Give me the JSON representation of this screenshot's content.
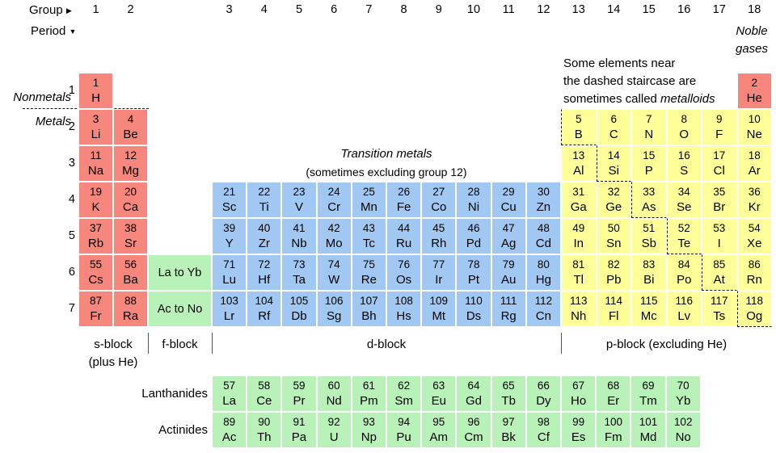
{
  "title": "Periodic table blocks diagram",
  "colors": {
    "s_block": "#f7867d",
    "d_block": "#a0c8f3",
    "p_block": "#feff99",
    "f_block": "#b8f2b8"
  },
  "header": {
    "group_label": "Group",
    "group_arrow": "▶",
    "period_label": "Period",
    "period_arrow": "▼",
    "group_numbers": [
      1,
      2,
      3,
      4,
      5,
      6,
      7,
      8,
      9,
      10,
      11,
      12,
      13,
      14,
      15,
      16,
      17,
      18
    ],
    "period_numbers": [
      1,
      2,
      3,
      4,
      5,
      6,
      7
    ]
  },
  "annotations": {
    "noble_gases": [
      "Noble",
      "gases"
    ],
    "nonmetals": "Nonmetals",
    "metals": "Metals",
    "transition_metals": "Transition metals",
    "transition_metals_sub": "(sometimes excluding group 12)",
    "metalloid_note_line1": "Some elements near",
    "metalloid_note_line2": "the dashed staircase are",
    "metalloid_note_line3_prefix": "sometimes called ",
    "metalloid_note_line3_italic": "metalloids"
  },
  "block_labels": {
    "s": "s-block",
    "s_sub": "(plus He)",
    "f": "f-block",
    "d": "d-block",
    "p": "p-block (excluding He)"
  },
  "series_labels": {
    "lanthanides": "Lanthanides",
    "actinides": "Actinides"
  },
  "placeholders": [
    {
      "label": "La to Yb",
      "period": 6
    },
    {
      "label": "Ac to No",
      "period": 7
    }
  ],
  "element_format": [
    "atomic_number",
    "symbol",
    "group",
    "period"
  ],
  "elements": [
    [
      1,
      "H",
      1,
      1
    ],
    [
      2,
      "He",
      18,
      1
    ],
    [
      3,
      "Li",
      1,
      2
    ],
    [
      4,
      "Be",
      2,
      2
    ],
    [
      5,
      "B",
      13,
      2
    ],
    [
      6,
      "C",
      14,
      2
    ],
    [
      7,
      "N",
      15,
      2
    ],
    [
      8,
      "O",
      16,
      2
    ],
    [
      9,
      "F",
      17,
      2
    ],
    [
      10,
      "Ne",
      18,
      2
    ],
    [
      11,
      "Na",
      1,
      3
    ],
    [
      12,
      "Mg",
      2,
      3
    ],
    [
      13,
      "Al",
      13,
      3
    ],
    [
      14,
      "Si",
      14,
      3
    ],
    [
      15,
      "P",
      15,
      3
    ],
    [
      16,
      "S",
      16,
      3
    ],
    [
      17,
      "Cl",
      17,
      3
    ],
    [
      18,
      "Ar",
      18,
      3
    ],
    [
      19,
      "K",
      1,
      4
    ],
    [
      20,
      "Ca",
      2,
      4
    ],
    [
      21,
      "Sc",
      3,
      4
    ],
    [
      22,
      "Ti",
      4,
      4
    ],
    [
      23,
      "V",
      5,
      4
    ],
    [
      24,
      "Cr",
      6,
      4
    ],
    [
      25,
      "Mn",
      7,
      4
    ],
    [
      26,
      "Fe",
      8,
      4
    ],
    [
      27,
      "Co",
      9,
      4
    ],
    [
      28,
      "Ni",
      10,
      4
    ],
    [
      29,
      "Cu",
      11,
      4
    ],
    [
      30,
      "Zn",
      12,
      4
    ],
    [
      31,
      "Ga",
      13,
      4
    ],
    [
      32,
      "Ge",
      14,
      4
    ],
    [
      33,
      "As",
      15,
      4
    ],
    [
      34,
      "Se",
      16,
      4
    ],
    [
      35,
      "Br",
      17,
      4
    ],
    [
      36,
      "Kr",
      18,
      4
    ],
    [
      37,
      "Rb",
      1,
      5
    ],
    [
      38,
      "Sr",
      2,
      5
    ],
    [
      39,
      "Y",
      3,
      5
    ],
    [
      40,
      "Zr",
      4,
      5
    ],
    [
      41,
      "Nb",
      5,
      5
    ],
    [
      42,
      "Mo",
      6,
      5
    ],
    [
      43,
      "Tc",
      7,
      5
    ],
    [
      44,
      "Ru",
      8,
      5
    ],
    [
      45,
      "Rh",
      9,
      5
    ],
    [
      46,
      "Pd",
      10,
      5
    ],
    [
      47,
      "Ag",
      11,
      5
    ],
    [
      48,
      "Cd",
      12,
      5
    ],
    [
      49,
      "In",
      13,
      5
    ],
    [
      50,
      "Sn",
      14,
      5
    ],
    [
      51,
      "Sb",
      15,
      5
    ],
    [
      52,
      "Te",
      16,
      5
    ],
    [
      53,
      "I",
      17,
      5
    ],
    [
      54,
      "Xe",
      18,
      5
    ],
    [
      55,
      "Cs",
      1,
      6
    ],
    [
      56,
      "Ba",
      2,
      6
    ],
    [
      71,
      "Lu",
      3,
      6
    ],
    [
      72,
      "Hf",
      4,
      6
    ],
    [
      73,
      "Ta",
      5,
      6
    ],
    [
      74,
      "W",
      6,
      6
    ],
    [
      75,
      "Re",
      7,
      6
    ],
    [
      76,
      "Os",
      8,
      6
    ],
    [
      77,
      "Ir",
      9,
      6
    ],
    [
      78,
      "Pt",
      10,
      6
    ],
    [
      79,
      "Au",
      11,
      6
    ],
    [
      80,
      "Hg",
      12,
      6
    ],
    [
      81,
      "Tl",
      13,
      6
    ],
    [
      82,
      "Pb",
      14,
      6
    ],
    [
      83,
      "Bi",
      15,
      6
    ],
    [
      84,
      "Po",
      16,
      6
    ],
    [
      85,
      "At",
      17,
      6
    ],
    [
      86,
      "Rn",
      18,
      6
    ],
    [
      87,
      "Fr",
      1,
      7
    ],
    [
      88,
      "Ra",
      2,
      7
    ],
    [
      103,
      "Lr",
      3,
      7
    ],
    [
      104,
      "Rf",
      4,
      7
    ],
    [
      105,
      "Db",
      5,
      7
    ],
    [
      106,
      "Sg",
      6,
      7
    ],
    [
      107,
      "Bh",
      7,
      7
    ],
    [
      108,
      "Hs",
      8,
      7
    ],
    [
      109,
      "Mt",
      9,
      7
    ],
    [
      110,
      "Ds",
      10,
      7
    ],
    [
      111,
      "Rg",
      11,
      7
    ],
    [
      112,
      "Cn",
      12,
      7
    ],
    [
      113,
      "Nh",
      13,
      7
    ],
    [
      114,
      "Fl",
      14,
      7
    ],
    [
      115,
      "Mc",
      15,
      7
    ],
    [
      116,
      "Lv",
      16,
      7
    ],
    [
      117,
      "Ts",
      17,
      7
    ],
    [
      118,
      "Og",
      18,
      7
    ]
  ],
  "lanthanides": [
    [
      57,
      "La"
    ],
    [
      58,
      "Ce"
    ],
    [
      59,
      "Pr"
    ],
    [
      60,
      "Nd"
    ],
    [
      61,
      "Pm"
    ],
    [
      62,
      "Sm"
    ],
    [
      63,
      "Eu"
    ],
    [
      64,
      "Gd"
    ],
    [
      65,
      "Tb"
    ],
    [
      66,
      "Dy"
    ],
    [
      67,
      "Ho"
    ],
    [
      68,
      "Er"
    ],
    [
      69,
      "Tm"
    ],
    [
      70,
      "Yb"
    ]
  ],
  "actinides": [
    [
      89,
      "Ac"
    ],
    [
      90,
      "Th"
    ],
    [
      91,
      "Pa"
    ],
    [
      92,
      "U"
    ],
    [
      93,
      "Np"
    ],
    [
      94,
      "Pu"
    ],
    [
      95,
      "Am"
    ],
    [
      96,
      "Cm"
    ],
    [
      97,
      "Bk"
    ],
    [
      98,
      "Cf"
    ],
    [
      99,
      "Es"
    ],
    [
      100,
      "Fm"
    ],
    [
      101,
      "Md"
    ],
    [
      102,
      "No"
    ]
  ],
  "stair_elements": [
    5,
    14,
    33,
    52,
    85,
    118
  ]
}
